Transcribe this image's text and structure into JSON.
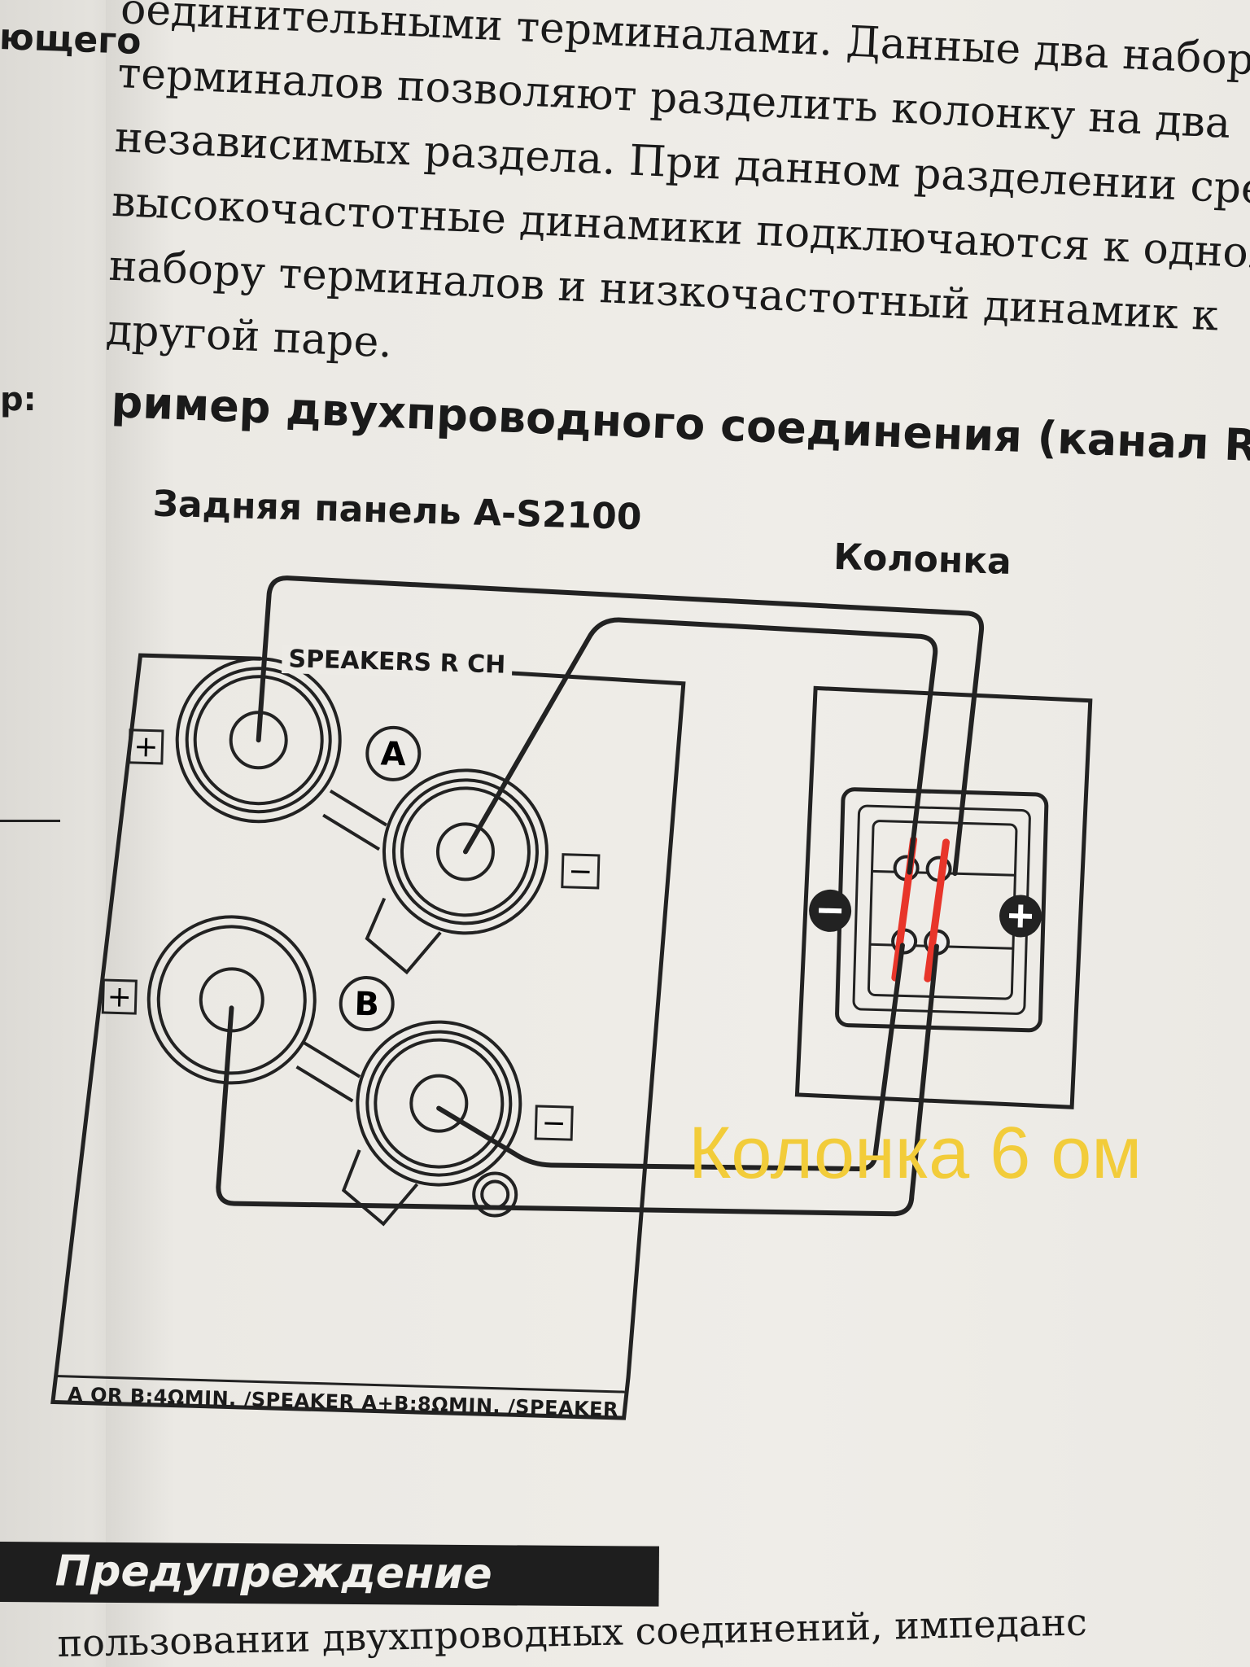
{
  "left_page": {
    "word_fragment": "ющего",
    "colon_fragment": "р:"
  },
  "paragraph": {
    "lines": [
      "оединительными терминалами. Данные два набора",
      "терминалов позволяют разделить колонку на два",
      "независимых раздела. При данном разделении средне-",
      "высокочастотные динамики подключаются к одному",
      "набору терминалов и низкочастотный динамик к",
      "другой паре."
    ]
  },
  "heading": "ример двухпроводного соединения (канал R)",
  "diagram": {
    "panel_label": "Задняя панель A-S2100",
    "speaker_label": "Колонка",
    "speakers_rch": "SPEAKERS R CH",
    "terminal_a": "A",
    "terminal_b": "B",
    "plus_sign": "+",
    "minus_sign": "−",
    "impedance_note": "A OR B:4ΩMIN. /SPEAKER     A+B:8ΩMIN. /SPEAKER",
    "wire_color": "#222222",
    "jumper_color": "#e8352a"
  },
  "overlay_annotation": {
    "text": "Колонка 6 ом",
    "color": "#f2cc3a"
  },
  "warning": {
    "title": "Предупреждение"
  },
  "bottom_line": "пользовании двухпроводных соединений, импеданс"
}
